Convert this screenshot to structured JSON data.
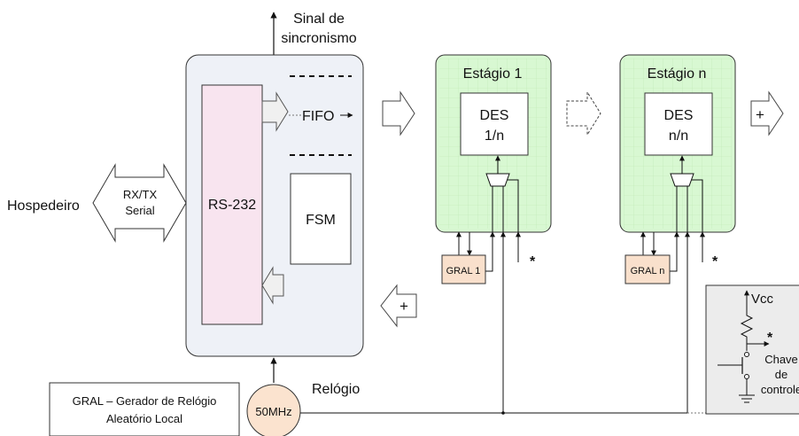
{
  "signals": {
    "sync_line1": "Sinal de",
    "sync_line2": "sincronismo"
  },
  "host": {
    "label": "Hospedeiro",
    "link_line1": "RX/TX",
    "link_line2": "Serial"
  },
  "controller": {
    "uart": "RS-232",
    "fifo": "FIFO",
    "fsm": "FSM"
  },
  "stages": [
    {
      "title": "Estágio 1",
      "des_line1": "DES",
      "des_line2": "1/n",
      "gral": "GRAL 1",
      "star": "*"
    },
    {
      "title": "Estágio n",
      "des_line1": "DES",
      "des_line2": "n/n",
      "gral": "GRAL n",
      "star": "*"
    }
  ],
  "plus": "+",
  "clock": {
    "label": "Relógio",
    "freq": "50MHz"
  },
  "legend": {
    "line1": "GRAL – Gerador de Relógio",
    "line2": "Aleatório Local"
  },
  "switch": {
    "vcc": "Vcc",
    "star": "*",
    "line1": "Chave",
    "line2": "de",
    "line3": "controle"
  },
  "colors": {
    "controller_fill": "#eef1f7",
    "uart_fill": "#f8e4ef",
    "stage_fill": "#d8f8d2",
    "stage_grid": "#bde8b4",
    "gral_fill": "#f9e0cc",
    "clock_fill": "#fbe3cf",
    "switch_fill": "#ececec"
  }
}
